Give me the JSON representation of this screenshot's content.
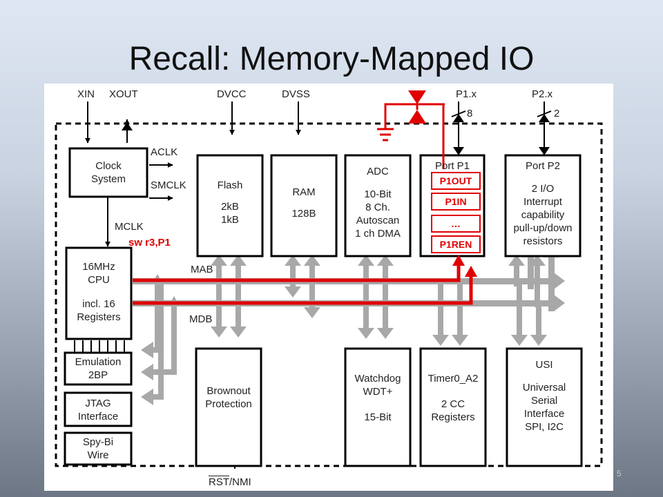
{
  "slide": {
    "title": "Recall: Memory-Mapped IO",
    "number": "5"
  },
  "signals": {
    "xin": "XIN",
    "xout": "XOUT",
    "dvcc": "DVCC",
    "dvss": "DVSS",
    "p1x": "P1.x",
    "p1_width": "8",
    "p2x": "P2.x",
    "p2_width": "2",
    "aclk": "ACLK",
    "smclk": "SMCLK",
    "mclk": "MCLK",
    "mab": "MAB",
    "mdb": "MDB",
    "rst_nmi": "NMI",
    "rst_bar": "RST"
  },
  "blocks": {
    "clock": [
      "Clock",
      "System"
    ],
    "flash": [
      "Flash",
      "",
      "2kB",
      "1kB"
    ],
    "ram": [
      "RAM",
      "",
      "128B"
    ],
    "adc": [
      "ADC",
      "",
      "10-Bit",
      "8 Ch.",
      "Autoscan",
      "1 ch DMA"
    ],
    "port_p1": [
      "Port P1"
    ],
    "port_p2": [
      "Port P2",
      "",
      "2 I/O",
      "Interrupt",
      "capability",
      "pull-up/down",
      "resistors"
    ],
    "cpu": [
      "16MHz",
      "CPU",
      "",
      "incl. 16",
      "Registers"
    ],
    "emulation": [
      "Emulation",
      "2BP"
    ],
    "jtag": [
      "JTAG",
      "Interface"
    ],
    "spybi": [
      "Spy-Bi",
      "Wire"
    ],
    "brownout": [
      "Brownout",
      "Protection"
    ],
    "watchdog": [
      "Watchdog",
      "WDT+",
      "",
      "15-Bit"
    ],
    "timer": [
      "Timer0_A2",
      "",
      "2 CC",
      "Registers"
    ],
    "usi": [
      "USI",
      "",
      "Universal",
      "Serial",
      "Interface",
      "SPI, I2C"
    ]
  },
  "overlay": {
    "registers": [
      "P1OUT",
      "P1IN",
      "…",
      "P1REN"
    ],
    "instruction": "sw r3,P1"
  },
  "colors": {
    "highlight": "#e00000",
    "bus": "#a8a8a8",
    "ink": "#000000"
  }
}
